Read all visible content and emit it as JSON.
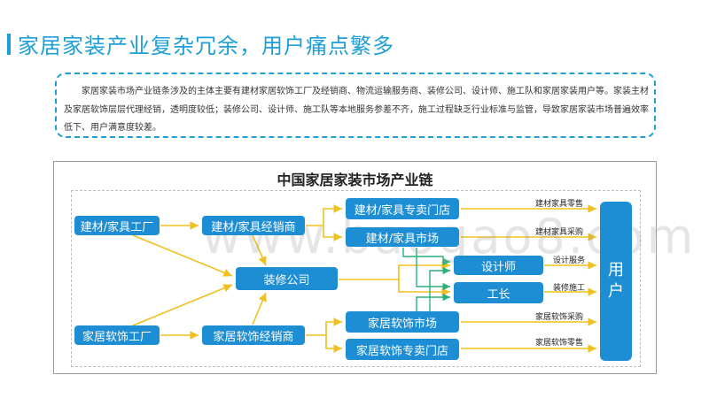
{
  "title": "家居家装产业复杂冗余，用户痛点繁多",
  "description": "家居家装市场产业链条涉及的主体主要有建材家居软饰工厂及经销商、物流运输服务商、装修公司、设计师、施工队和家居家装用户等。家装主材及家居软饰层层代理经销，透明度较低；装修公司、设计师、施工队等本地服务参差不齐，施工过程缺乏行业标准与监管，导致家居家装市场普遍效率低下、用户满意度较差。",
  "chart": {
    "title": "中国家居家装市场产业链",
    "nodes": {
      "bm_factory": "建材/家具工厂",
      "bm_dealer": "建材/家具经销商",
      "bm_store": "建材/家具专卖门店",
      "bm_market": "建材/家具市场",
      "renovation": "装修公司",
      "designer": "设计师",
      "foreman": "工长",
      "sf_factory": "家居软饰工厂",
      "sf_dealer": "家居软饰经销商",
      "sf_market": "家居软饰市场",
      "sf_store": "家居软饰专卖门店",
      "user_1": "用",
      "user_2": "户"
    },
    "edge_labels": {
      "bm_retail": "建材家具零售",
      "bm_purchase": "建材家具采购",
      "design_service": "设计服务",
      "construction": "装修施工",
      "sf_purchase": "家居软饰采购",
      "sf_retail": "家居软饰零售"
    }
  },
  "watermark": "www.baogao8.com",
  "colors": {
    "accent": "#1e9fd6",
    "node": "#1e8ed4",
    "arrow_yellow": "#f0c020",
    "arrow_green": "#2ab07a"
  }
}
